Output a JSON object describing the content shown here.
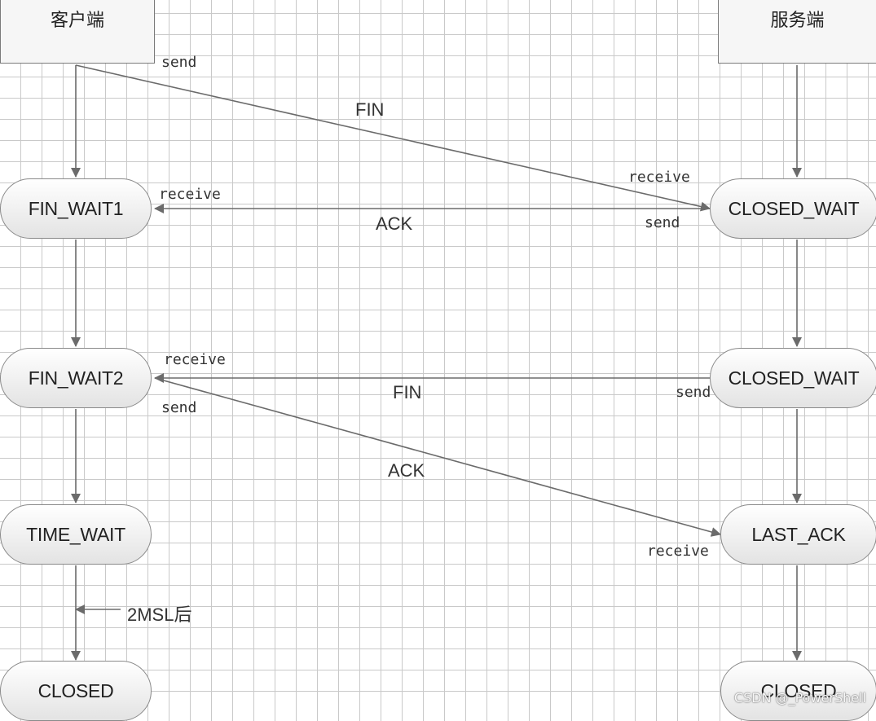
{
  "actors": {
    "client": "客户端",
    "server": "服务端"
  },
  "client_states": [
    "FIN_WAIT1",
    "FIN_WAIT2",
    "TIME_WAIT",
    "CLOSED"
  ],
  "server_states": [
    "CLOSED_WAIT",
    "CLOSED_WAIT",
    "LAST_ACK",
    "CLOSED"
  ],
  "messages": {
    "fin1": {
      "name": "FIN",
      "send": "send",
      "receive": "receive"
    },
    "ack1": {
      "name": "ACK",
      "send": "send",
      "receive": "receive"
    },
    "fin2": {
      "name": "FIN",
      "send": "send",
      "receive": "receive"
    },
    "ack2": {
      "name": "ACK",
      "send": "send",
      "receive": "receive"
    }
  },
  "timer_label": "2MSL后",
  "watermark": "CSDN @_PowerShell",
  "colors": {
    "line": "#6b6b6b",
    "grid": "#c9c9c9",
    "node_border": "#8a8a8a"
  }
}
